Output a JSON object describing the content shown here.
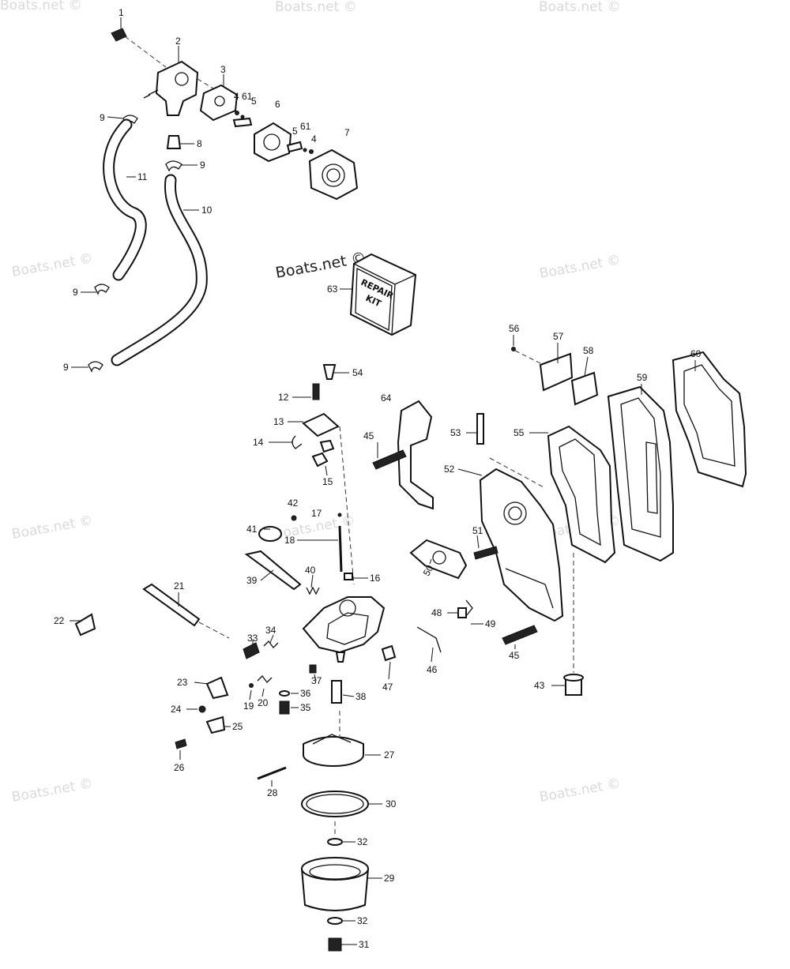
{
  "watermarks": [
    "Boats.net ©",
    "Boats.net ©",
    "Boats.net ©",
    "Boats.net ©",
    "Boats.net ©",
    "Boats.net ©",
    "Boats.net ©",
    "Boats.net ©",
    "Boats.net ©",
    "Boats.net ©"
  ],
  "brand_watermark": "Boats.net ©",
  "kit_box": {
    "line1": "REPAIR",
    "line2": "KIT"
  },
  "labels": {
    "p1": "1",
    "p2": "2",
    "p3": "3",
    "p4a": "4",
    "p61a": "61",
    "p5a": "5",
    "p6": "6",
    "p5b": "5",
    "p61b": "61",
    "p4b": "4",
    "p7": "7",
    "p9a": "9",
    "p8": "8",
    "p9b": "9",
    "p11": "11",
    "p10": "10",
    "p9c": "9",
    "p9d": "9",
    "p63": "63",
    "p56": "56",
    "p57": "57",
    "p58": "58",
    "p59": "59",
    "p60": "60",
    "p54": "54",
    "p12": "12",
    "p64": "64",
    "p13": "13",
    "p53": "53",
    "p55": "55",
    "p14": "14",
    "p45a": "45",
    "p15": "15",
    "p52": "52",
    "p42": "42",
    "p17": "17",
    "p41": "41",
    "p18": "18",
    "p51": "51",
    "p50": "50",
    "p40": "40",
    "p16": "16",
    "p39": "39",
    "p21": "21",
    "p48": "48",
    "p49": "49",
    "p22": "22",
    "p33": "33",
    "p34": "34",
    "p45b": "45",
    "p46": "46",
    "p23": "23",
    "p37": "37",
    "p47": "47",
    "p36": "36",
    "p43": "43",
    "p19": "19",
    "p20": "20",
    "p38": "38",
    "p24": "24",
    "p35": "35",
    "p25": "25",
    "p26": "26",
    "p27": "27",
    "p28": "28",
    "p30": "30",
    "p32a": "32",
    "p29": "29",
    "p32b": "32",
    "p31": "31"
  }
}
